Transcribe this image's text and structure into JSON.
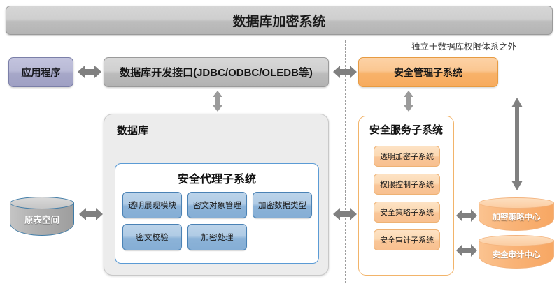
{
  "header": {
    "title": "数据库加密系统"
  },
  "note": {
    "text": "独立于数据库权限体系之外"
  },
  "left": {
    "app_box": {
      "label": "应用程序"
    },
    "interface_box": {
      "label": "数据库开发接口(JDBC/ODBC/OLEDB等)"
    },
    "database_box": {
      "label": "数据库",
      "agent_box": {
        "label": "安全代理子系统",
        "modules": [
          "透明展现模块",
          "密文对象管理",
          "加密数据类型",
          "密文校验",
          "加密处理"
        ]
      }
    },
    "tablespace_cylinder": {
      "label": "原表空间"
    }
  },
  "right": {
    "management_box": {
      "label": "安全管理子系统"
    },
    "service_box": {
      "label": "安全服务子系统",
      "subsystems": [
        "透明加密子系统",
        "权限控制子系统",
        "安全策略子系统",
        "安全审计子系统"
      ]
    },
    "policy_cylinder": {
      "label": "加密策略中心"
    },
    "audit_cylinder": {
      "label": "安全审计中心"
    }
  },
  "colors": {
    "title_gray": "#cfcfcf",
    "app_purple": "#b9bad6",
    "interface_gray": "#d0d0d0",
    "orange_accent": "#f8b26a",
    "blue_chip": "#8cb3d8",
    "orange_chip": "#f9c698",
    "arrow_gray": "#808080",
    "divider": "#9d9d9d"
  },
  "arrows": {
    "app_to_interface": "double-horizontal",
    "interface_to_management": "double-horizontal",
    "interface_to_database": "double-vertical",
    "management_to_service": "double-vertical",
    "tablespace_to_database": "double-horizontal",
    "database_to_service": "double-horizontal",
    "service_policy": "double-horizontal",
    "service_audit": "double-horizontal",
    "management_to_policy": "double-vertical-long"
  }
}
